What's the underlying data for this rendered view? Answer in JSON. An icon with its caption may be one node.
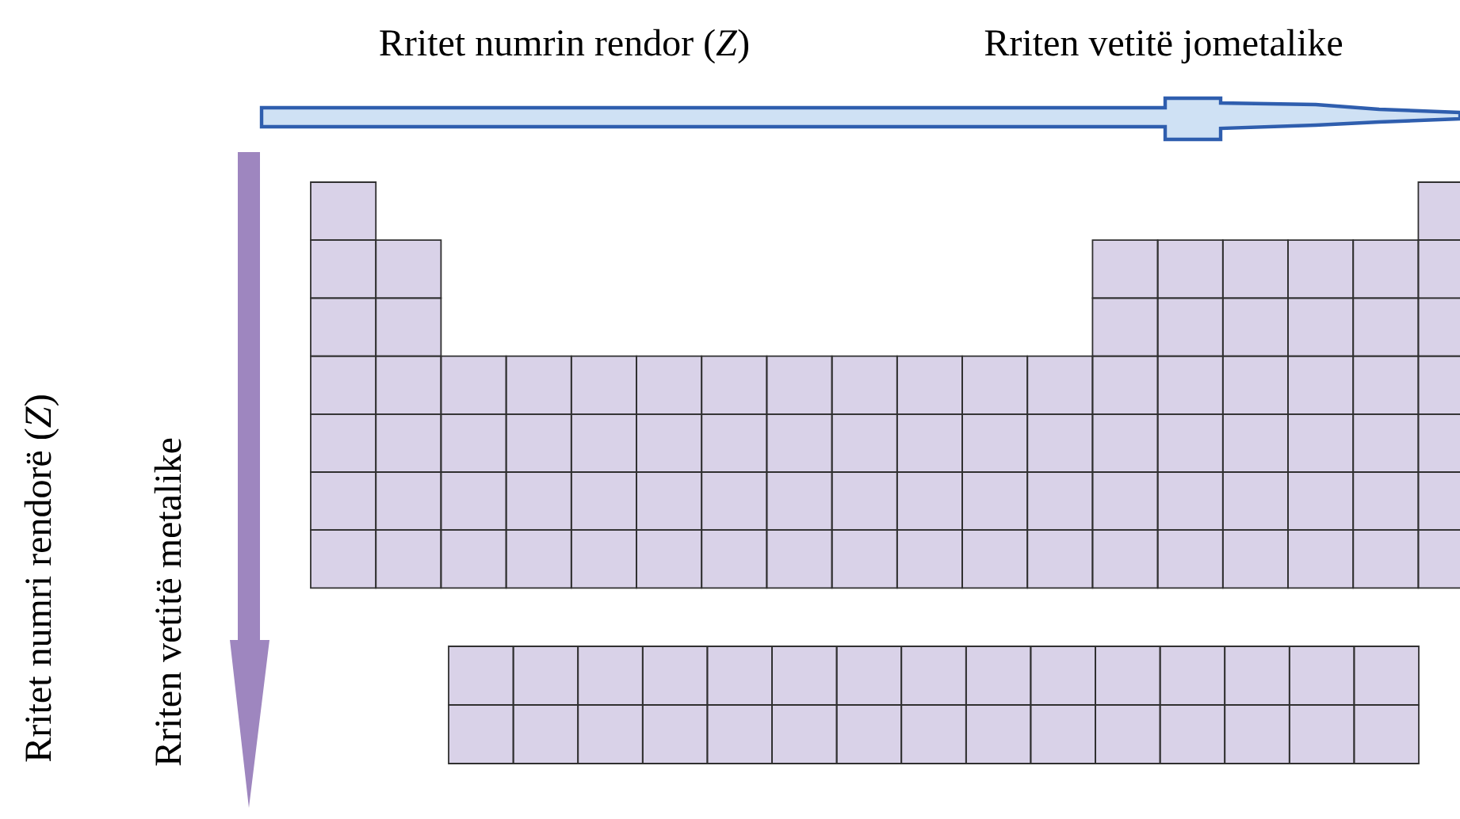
{
  "diagram": {
    "labels": [
      "Rritet numrin rendor  (*Z*)",
      "Rriten vetitë jometalike",
      "Rritet numri rendorë (*Z*)",
      "Rriten vetitë metalike"
    ]
  }
}
